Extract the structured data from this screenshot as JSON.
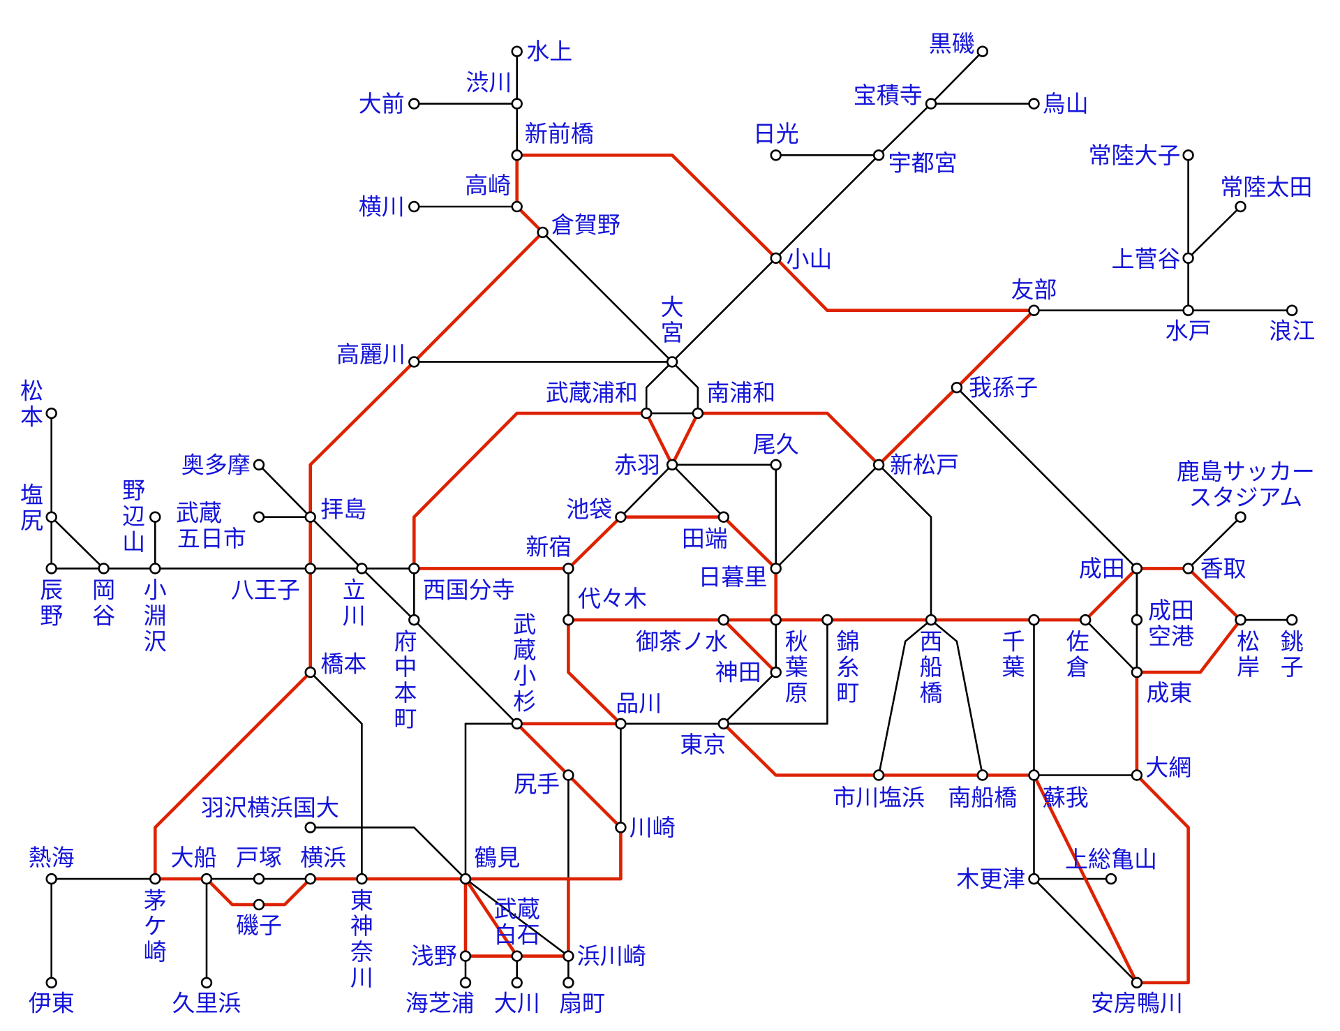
{
  "colors": {
    "background": "#ffffff",
    "base_line": "#000000",
    "route_line": "#dd2200",
    "label": "#1414d8"
  },
  "stations": [
    {
      "id": "minakami",
      "name": "水上"
    },
    {
      "id": "shibukawa",
      "name": "渋川"
    },
    {
      "id": "omae",
      "name": "大前"
    },
    {
      "id": "shinmaebashi",
      "name": "新前橋"
    },
    {
      "id": "takasaki",
      "name": "高崎"
    },
    {
      "id": "yokokawa",
      "name": "横川"
    },
    {
      "id": "kuragano",
      "name": "倉賀野"
    },
    {
      "id": "kuroiso",
      "name": "黒磯"
    },
    {
      "id": "hoshakuji",
      "name": "宝積寺"
    },
    {
      "id": "karasuyama",
      "name": "烏山"
    },
    {
      "id": "nikko",
      "name": "日光"
    },
    {
      "id": "utsunomiya",
      "name": "宇都宮"
    },
    {
      "id": "oyama",
      "name": "小山"
    },
    {
      "id": "hitachiomiya",
      "name": "常陸大子"
    },
    {
      "id": "hitachiota",
      "name": "常陸太田"
    },
    {
      "id": "kamisugaya",
      "name": "上菅谷"
    },
    {
      "id": "tomobe",
      "name": "友部"
    },
    {
      "id": "mito",
      "name": "水戸"
    },
    {
      "id": "namie",
      "name": "浪江"
    },
    {
      "id": "omiya",
      "name": "大宮"
    },
    {
      "id": "komagawa",
      "name": "高麗川"
    },
    {
      "id": "abiko",
      "name": "我孫子"
    },
    {
      "id": "musashiurawa",
      "name": "武蔵浦和"
    },
    {
      "id": "minamiurawa",
      "name": "南浦和"
    },
    {
      "id": "matsumoto",
      "name": "松本"
    },
    {
      "id": "akabane",
      "name": "赤羽"
    },
    {
      "id": "oku",
      "name": "尾久"
    },
    {
      "id": "shinmatsudo",
      "name": "新松戸"
    },
    {
      "id": "okutama",
      "name": "奥多摩"
    },
    {
      "id": "haijima",
      "name": "拝島"
    },
    {
      "id": "musashiitsukaichi",
      "name": "武蔵五日市"
    },
    {
      "id": "noheyama",
      "name": "野辺山"
    },
    {
      "id": "shiojiri",
      "name": "塩尻"
    },
    {
      "id": "ikebukuro",
      "name": "池袋"
    },
    {
      "id": "tabata",
      "name": "田端"
    },
    {
      "id": "kashimasoccer",
      "name": "鹿島サッカースタジアム"
    },
    {
      "id": "shinjuku",
      "name": "新宿"
    },
    {
      "id": "nippori",
      "name": "日暮里"
    },
    {
      "id": "narita",
      "name": "成田"
    },
    {
      "id": "katori",
      "name": "香取"
    },
    {
      "id": "tatsuno",
      "name": "辰野"
    },
    {
      "id": "okaya",
      "name": "岡谷"
    },
    {
      "id": "kobuchizawa",
      "name": "小淵沢"
    },
    {
      "id": "hachioji",
      "name": "八王子"
    },
    {
      "id": "tachikawa",
      "name": "立川"
    },
    {
      "id": "nishikokubunji",
      "name": "西国分寺"
    },
    {
      "id": "yoyogi",
      "name": "代々木"
    },
    {
      "id": "ochanomizu",
      "name": "御茶ノ水"
    },
    {
      "id": "akihabara",
      "name": "秋葉原"
    },
    {
      "id": "kinshicho",
      "name": "錦糸町"
    },
    {
      "id": "nishifunabashi",
      "name": "西船橋"
    },
    {
      "id": "chiba",
      "name": "千葉"
    },
    {
      "id": "sakura",
      "name": "佐倉"
    },
    {
      "id": "naritaairport",
      "name": "成田空港"
    },
    {
      "id": "matsugishi",
      "name": "松岸"
    },
    {
      "id": "choshi",
      "name": "銚子"
    },
    {
      "id": "fuchuhommachi",
      "name": "府中本町"
    },
    {
      "id": "hashimoto",
      "name": "橋本"
    },
    {
      "id": "musashikosugi",
      "name": "武蔵小杉"
    },
    {
      "id": "kanda",
      "name": "神田"
    },
    {
      "id": "naruto",
      "name": "成東"
    },
    {
      "id": "shinagawa",
      "name": "品川"
    },
    {
      "id": "tokyo",
      "name": "東京"
    },
    {
      "id": "shirite",
      "name": "尻手"
    },
    {
      "id": "ichikawashiohama",
      "name": "市川塩浜"
    },
    {
      "id": "minamifunabashi",
      "name": "南船橋"
    },
    {
      "id": "soga",
      "name": "蘇我"
    },
    {
      "id": "oami",
      "name": "大網"
    },
    {
      "id": "hazawa",
      "name": "羽沢横浜国大"
    },
    {
      "id": "kawasaki",
      "name": "川崎"
    },
    {
      "id": "atami",
      "name": "熱海"
    },
    {
      "id": "chigasaki",
      "name": "茅ケ崎"
    },
    {
      "id": "ofuna",
      "name": "大船"
    },
    {
      "id": "totsuka",
      "name": "戸塚"
    },
    {
      "id": "yokohama",
      "name": "横浜"
    },
    {
      "id": "higashikanagawa",
      "name": "東神奈川"
    },
    {
      "id": "tsurumi",
      "name": "鶴見"
    },
    {
      "id": "kazusakameyama",
      "name": "上総亀山"
    },
    {
      "id": "kisarazu",
      "name": "木更津"
    },
    {
      "id": "isogo",
      "name": "磯子"
    },
    {
      "id": "musashishiraishi",
      "name": "武蔵白石"
    },
    {
      "id": "asano",
      "name": "浅野"
    },
    {
      "id": "hamakawasaki",
      "name": "浜川崎"
    },
    {
      "id": "ito",
      "name": "伊東"
    },
    {
      "id": "kurihama",
      "name": "久里浜"
    },
    {
      "id": "umishibaura",
      "name": "海芝浦"
    },
    {
      "id": "okawa",
      "name": "大川"
    },
    {
      "id": "ogimachi",
      "name": "扇町"
    },
    {
      "id": "awakamogawa",
      "name": "安房鴨川"
    }
  ]
}
